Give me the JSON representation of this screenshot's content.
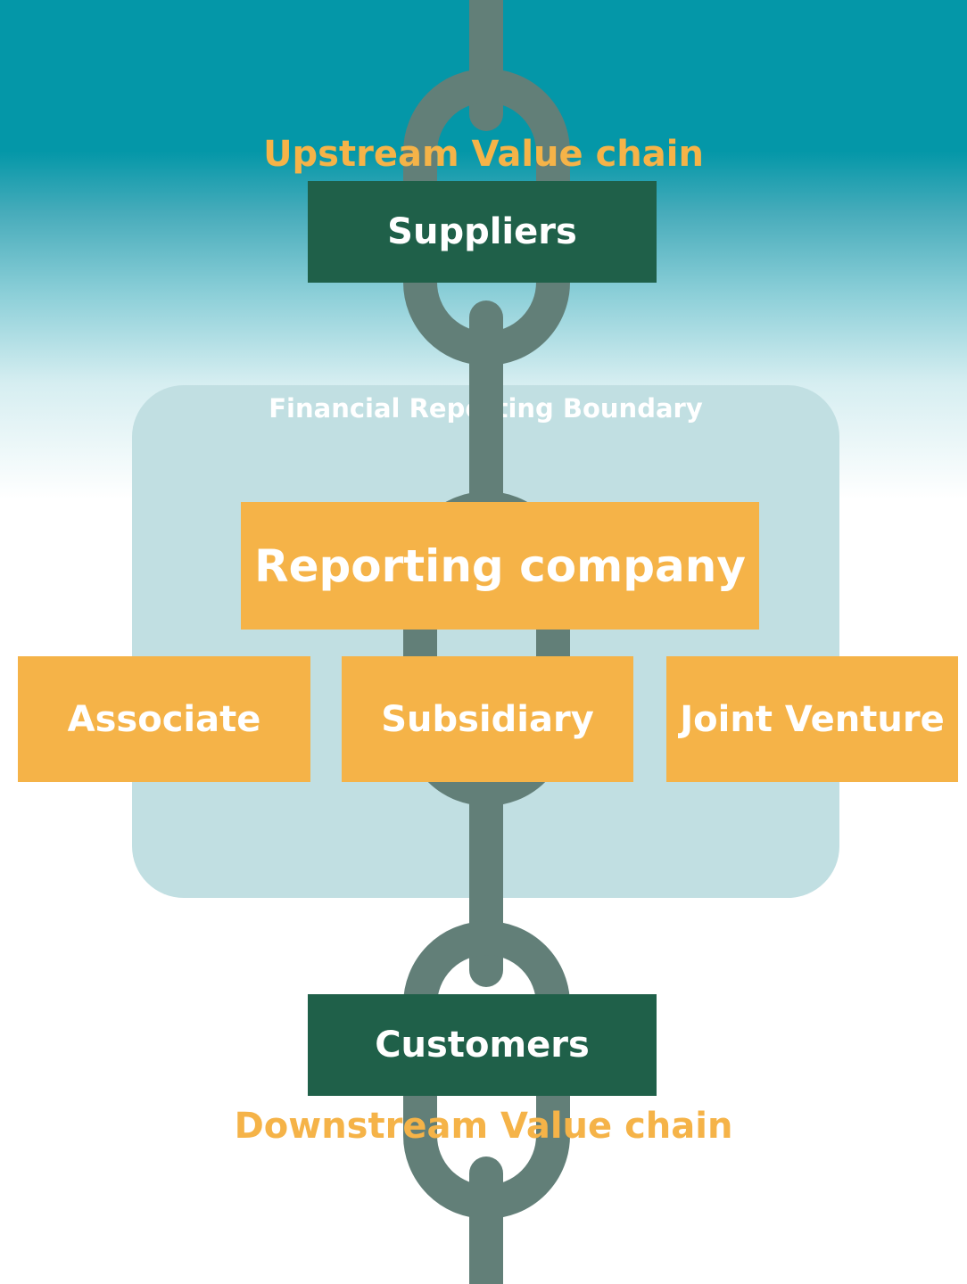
{
  "diagram": {
    "upstream_label": "Upstream Value chain",
    "downstream_label": "Downstream Value chain",
    "boundary_label": "Financial Reporting Boundary",
    "suppliers": "Suppliers",
    "customers": "Customers",
    "reporting_company": "Reporting company",
    "entities": [
      "Associate",
      "Subsidiary",
      "Joint Venture"
    ]
  },
  "colors": {
    "teal_background": "#0497a8",
    "chain": "#627f78",
    "dark_green": "#1f6049",
    "amber": "#f5b348",
    "boundary": "#c1dfe2",
    "text_light": "#ffffff"
  }
}
